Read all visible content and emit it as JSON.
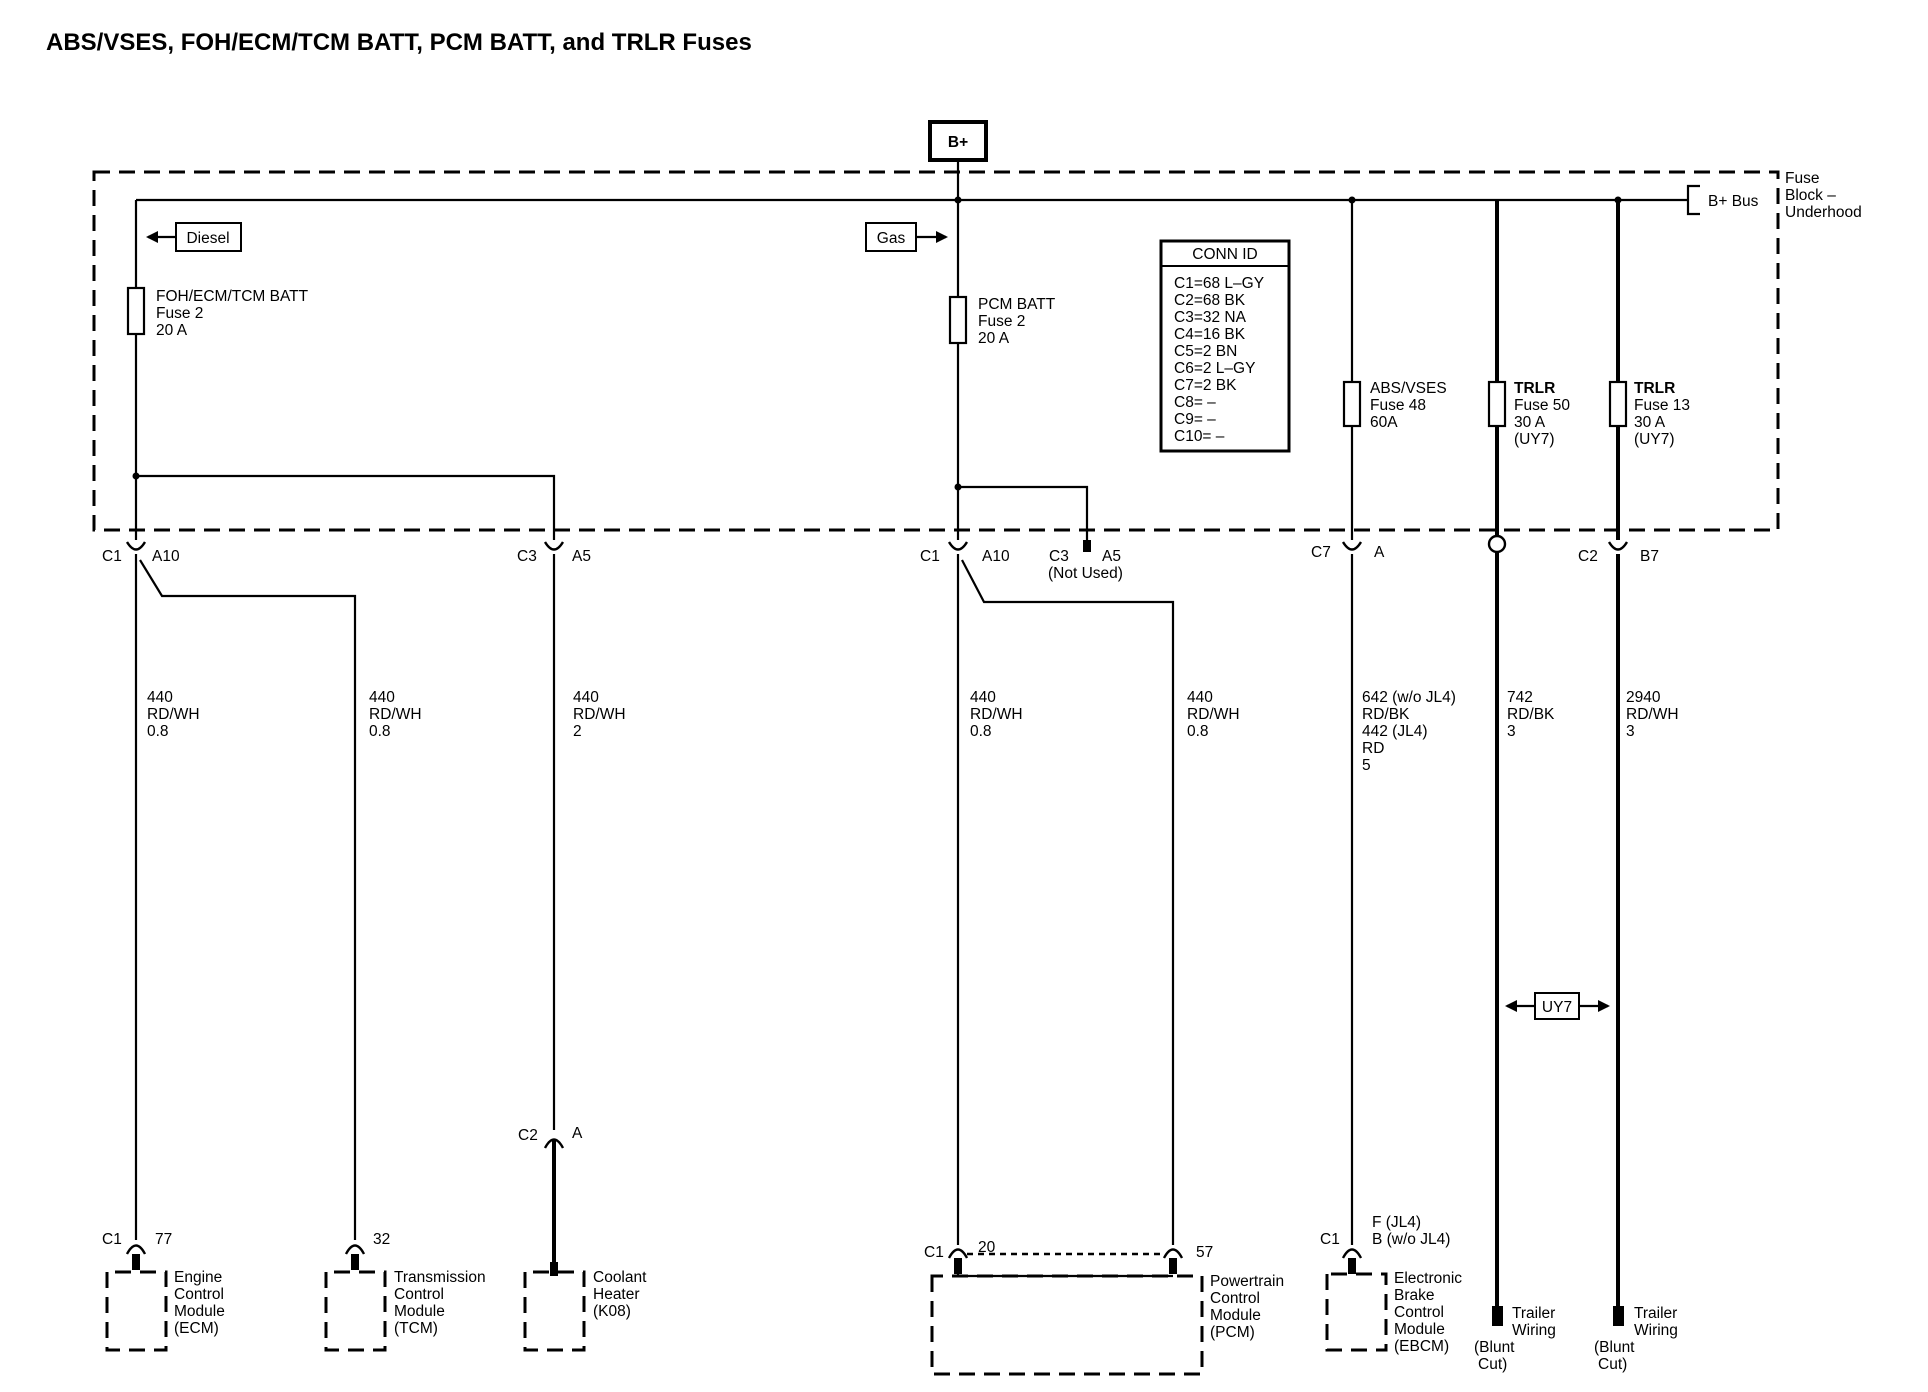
{
  "title": "ABS/VSES, FOH/ECM/TCM BATT, PCM BATT, and TRLR Fuses",
  "power_source": "B+",
  "fuse_block": {
    "label_lines": [
      "Fuse",
      "Block –",
      "Underhood"
    ],
    "bus_label": "B+ Bus"
  },
  "flags": {
    "diesel": "Diesel",
    "gas": "Gas",
    "uy7": "UY7"
  },
  "fuses": [
    {
      "name": "FOH/ECM/TCM BATT",
      "number": "Fuse 2",
      "rating": "20 A",
      "option": ""
    },
    {
      "name": "PCM BATT",
      "number": "Fuse 2",
      "rating": "20 A",
      "option": ""
    },
    {
      "name": "ABS/VSES",
      "number": "Fuse 48",
      "rating": "60A",
      "option": ""
    },
    {
      "name": "TRLR",
      "number": "Fuse 50",
      "rating": "30 A",
      "option": "(UY7)"
    },
    {
      "name": "TRLR",
      "number": "Fuse 13",
      "rating": "30 A",
      "option": "(UY7)"
    }
  ],
  "conn_id": {
    "title": "CONN ID",
    "rows": [
      "C1=68 L–GY",
      "C2=68 BK",
      "C3=32 NA",
      "C4=16 BK",
      "C5=2 BN",
      "C6=2 L–GY",
      "C7=2 BK",
      "C8= –",
      "C9= –",
      "C10= –"
    ]
  },
  "top_connectors": [
    {
      "conn": "C1",
      "pin": "A10"
    },
    {
      "conn": "C3",
      "pin": "A5"
    },
    {
      "conn": "C1",
      "pin": "A10"
    },
    {
      "conn": "C3",
      "pin": "A5",
      "note": "(Not Used)"
    },
    {
      "conn": "C7",
      "pin": "A"
    },
    {
      "conn": "C2",
      "pin": "B7"
    }
  ],
  "wires": [
    {
      "circuit": "440",
      "color": "RD/WH",
      "size": "0.8"
    },
    {
      "circuit": "440",
      "color": "RD/WH",
      "size": "0.8"
    },
    {
      "circuit": "440",
      "color": "RD/WH",
      "size": "2"
    },
    {
      "circuit": "440",
      "color": "RD/WH",
      "size": "0.8"
    },
    {
      "circuit": "440",
      "color": "RD/WH",
      "size": "0.8"
    },
    {
      "lines": [
        "642 (w/o JL4)",
        "RD/BK",
        "442 (JL4)",
        "RD",
        "5"
      ]
    },
    {
      "circuit": "742",
      "color": "RD/BK",
      "size": "3"
    },
    {
      "circuit": "2940",
      "color": "RD/WH",
      "size": "3"
    }
  ],
  "inline_connector": {
    "conn": "C2",
    "pin": "A"
  },
  "bottom_connectors": [
    {
      "conn": "C1",
      "pin": "77"
    },
    {
      "conn": "",
      "pin": "32"
    },
    {
      "conn": "C1",
      "pin": "20"
    },
    {
      "conn": "",
      "pin": "57"
    },
    {
      "conn": "C1",
      "pin_lines": [
        "F (JL4)",
        "B (w/o JL4)"
      ]
    }
  ],
  "components": [
    {
      "lines": [
        "Engine",
        "Control",
        "Module",
        "(ECM)"
      ]
    },
    {
      "lines": [
        "Transmission",
        "Control",
        "Module",
        "(TCM)"
      ]
    },
    {
      "lines": [
        "Coolant",
        "Heater",
        "(K08)"
      ]
    },
    {
      "lines": [
        "Powertrain",
        "Control",
        "Module",
        "(PCM)"
      ]
    },
    {
      "lines": [
        "Electronic",
        "Brake",
        "Control",
        "Module",
        "(EBCM)"
      ]
    },
    {
      "lines": [
        "Trailer",
        "Wiring"
      ],
      "note_lines": [
        "(Blunt",
        "Cut)"
      ]
    },
    {
      "lines": [
        "Trailer",
        "Wiring"
      ],
      "note_lines": [
        "(Blunt",
        "Cut)"
      ]
    }
  ]
}
